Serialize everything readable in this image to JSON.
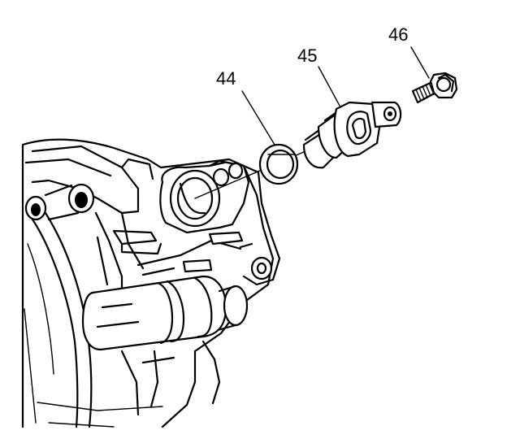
{
  "callouts": {
    "c44": "44",
    "c45": "45",
    "c46": "46"
  },
  "parts": {
    "p44": "o-ring-seal",
    "p45": "sensor",
    "p46": "bolt"
  },
  "colors": {
    "ink": "#000000",
    "paper": "#ffffff"
  }
}
